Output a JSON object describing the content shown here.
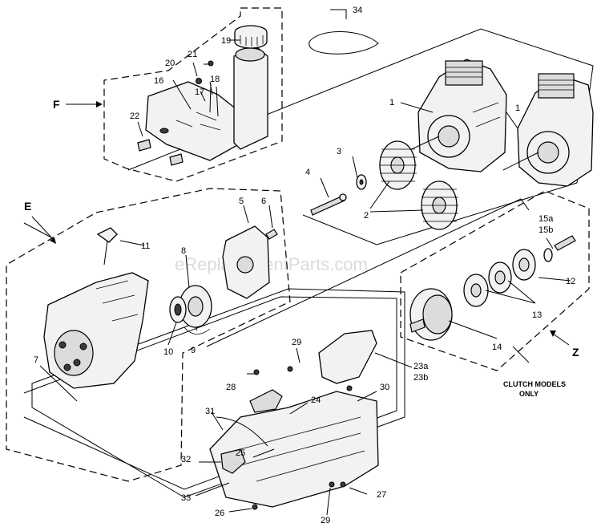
{
  "watermark": "eReplacementParts.com",
  "group_labels": {
    "f": "F",
    "e": "E",
    "z": "Z"
  },
  "callouts": {
    "c1a": "1",
    "c1b": "1",
    "c2": "2",
    "c3": "3",
    "c4": "4",
    "c5": "5",
    "c6": "6",
    "c7": "7",
    "c8": "8",
    "c9": "9",
    "c10": "10",
    "c11": "11",
    "c12": "12",
    "c13": "13",
    "c14": "14",
    "c15a": "15a",
    "c15b": "15b",
    "c16": "16",
    "c17": "17",
    "c18": "18",
    "c19": "19",
    "c20": "20",
    "c21": "21",
    "c22": "22",
    "c23a": "23a",
    "c23b": "23b",
    "c24": "24",
    "c25": "25",
    "c26": "26",
    "c27": "27",
    "c28": "28",
    "c29a": "29",
    "c29b": "29",
    "c30": "30",
    "c31": "31",
    "c32": "32",
    "c33": "33",
    "c34": "34"
  },
  "notes": {
    "clutch_line1": "CLUTCH MODELS",
    "clutch_line2": "ONLY"
  }
}
